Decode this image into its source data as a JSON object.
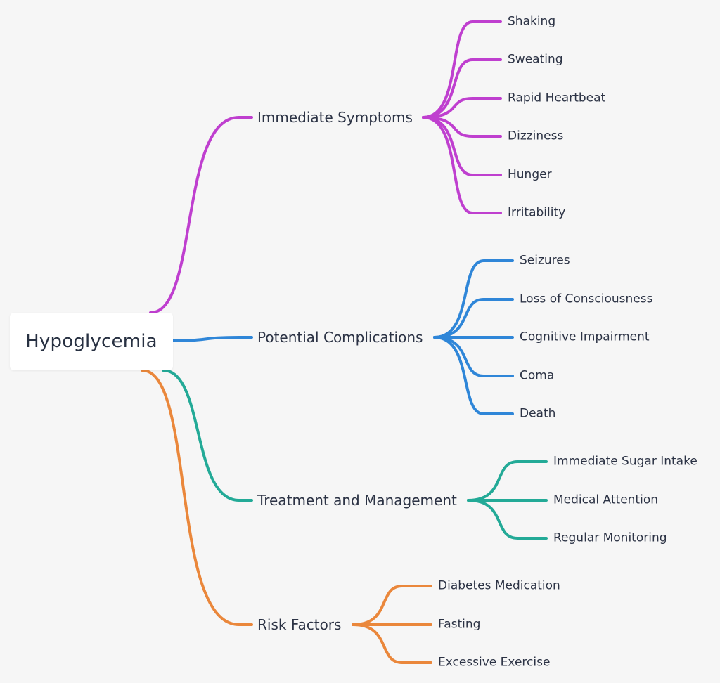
{
  "root": {
    "label": "Hypoglycemia"
  },
  "branches": [
    {
      "label": "Immediate Symptoms",
      "color": "#bf3fcf",
      "children": [
        "Shaking",
        "Sweating",
        "Rapid Heartbeat",
        "Dizziness",
        "Hunger",
        "Irritability"
      ]
    },
    {
      "label": "Potential Complications",
      "color": "#2f86d8",
      "children": [
        "Seizures",
        "Loss of Consciousness",
        "Cognitive Impairment",
        "Coma",
        "Death"
      ]
    },
    {
      "label": "Treatment and Management",
      "color": "#23aa97",
      "children": [
        "Immediate Sugar Intake",
        "Medical Attention",
        "Regular Monitoring"
      ]
    },
    {
      "label": "Risk Factors",
      "color": "#ea873b",
      "children": [
        "Diabetes Medication",
        "Fasting",
        "Excessive Exercise"
      ]
    }
  ]
}
